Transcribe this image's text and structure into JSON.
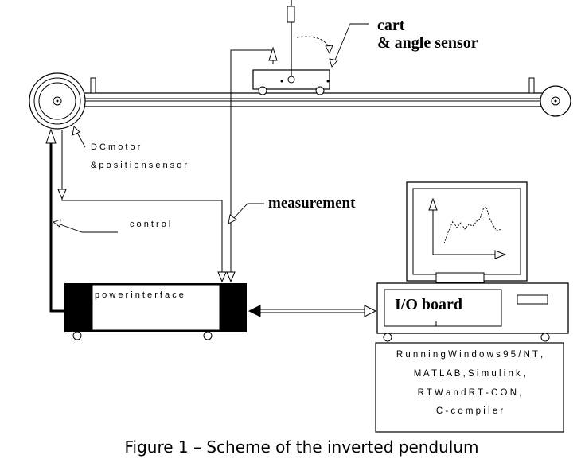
{
  "labels": {
    "cart_line1": "cart",
    "cart_line2": "& angle sensor",
    "dc_motor": "D C  m o t o r",
    "position_sensor": "&  p o s i t i o n  s e n s o r",
    "measurement": "measurement",
    "control": "c o n t r o l",
    "power_interface": "p o w  e r  i n t e r f a c e",
    "io_board": "I/O board"
  },
  "software_box": {
    "line1": "R u n n i n g  W  i n d o w  s  9 5 / N T ,",
    "line2": "M  A T L A B , S i m  u l i n k ,",
    "line3": "R T W   a n d  R T - C O N  ,",
    "line4": "C - c o m  p i l e r"
  },
  "caption": "Figure 1 – Scheme of the inverted pendulum"
}
